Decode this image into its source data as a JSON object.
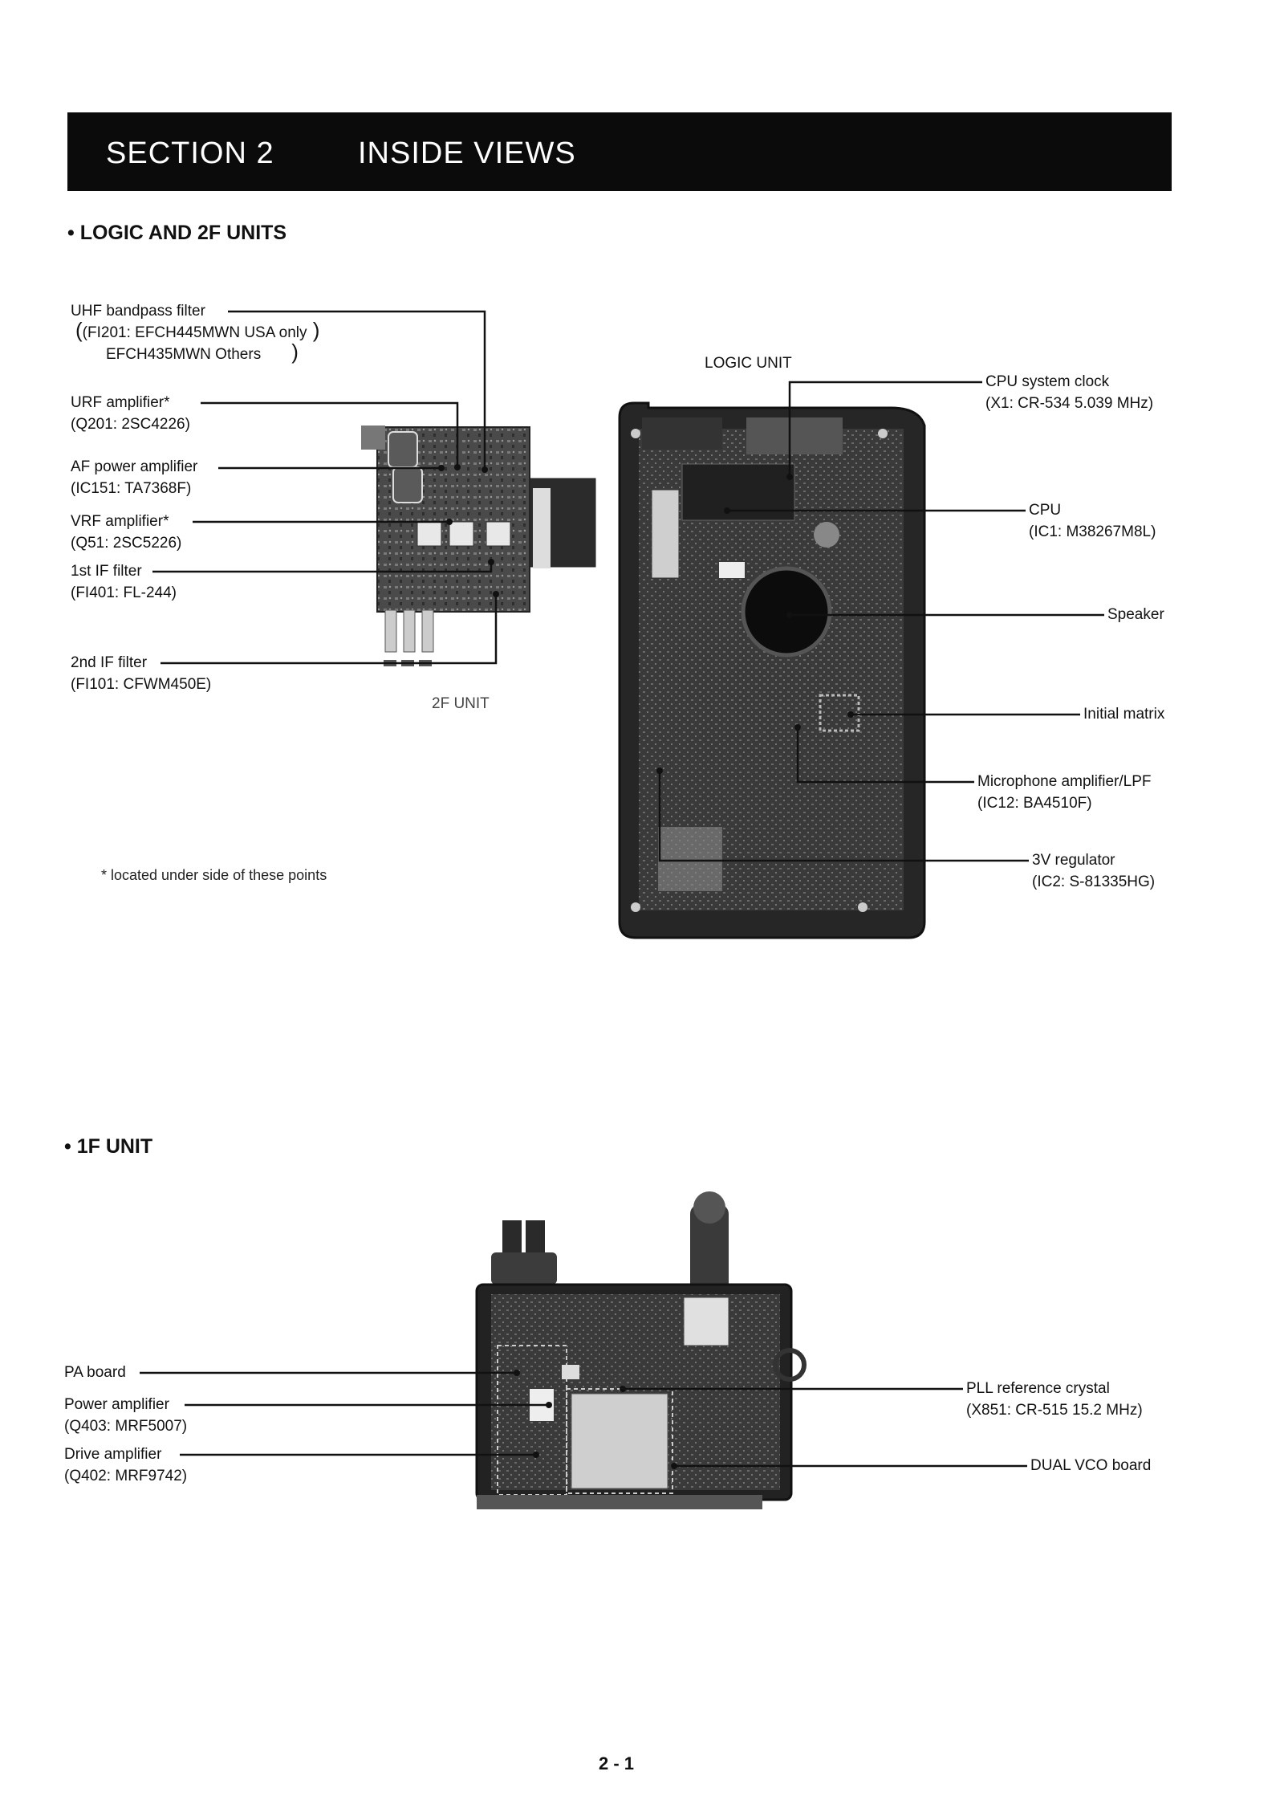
{
  "header": {
    "section": "SECTION  2",
    "title": "INSIDE VIEWS"
  },
  "logic_2f": {
    "heading": "• LOGIC AND 2F UNITS",
    "left_labels": [
      {
        "name": "UHF bandpass filter",
        "lines": [
          "(FI201: EFCH445MWN USA only",
          "EFCH435MWN Others"
        ]
      },
      {
        "name": "URF amplifier*",
        "lines": [
          "(Q201: 2SC4226)"
        ]
      },
      {
        "name": "AF power amplifier",
        "lines": [
          "(IC151: TA7368F)"
        ]
      },
      {
        "name": "VRF amplifier*",
        "lines": [
          "(Q51: 2SC5226)"
        ]
      },
      {
        "name": "1st IF filter",
        "lines": [
          "(FI401: FL-244)"
        ]
      },
      {
        "name": "2nd IF filter",
        "lines": [
          "(FI101: CFWM450E)"
        ]
      }
    ],
    "unit_2f_caption": "2F UNIT",
    "logic_unit_caption": "LOGIC UNIT",
    "right_labels": [
      {
        "name": "CPU system clock",
        "lines": [
          "(X1: CR-534 5.039 MHz)"
        ]
      },
      {
        "name": "CPU",
        "lines": [
          "(IC1: M38267M8L)"
        ]
      },
      {
        "name": "Speaker",
        "lines": []
      },
      {
        "name": "Initial matrix",
        "lines": []
      },
      {
        "name": "Microphone amplifier/LPF",
        "lines": [
          "(IC12: BA4510F)"
        ]
      },
      {
        "name": "3V regulator",
        "lines": [
          "(IC2: S-81335HG)"
        ]
      }
    ],
    "footnote": "* located under side of these points"
  },
  "unit_1f": {
    "heading": "• 1F UNIT",
    "left_labels": [
      {
        "name": "PA board",
        "lines": []
      },
      {
        "name": "Power amplifier",
        "lines": [
          "(Q403: MRF5007)"
        ]
      },
      {
        "name": "Drive amplifier",
        "lines": [
          "(Q402: MRF9742)"
        ]
      }
    ],
    "right_labels": [
      {
        "name": "PLL reference crystal",
        "lines": [
          "(X851: CR-515 15.2 MHz)"
        ]
      },
      {
        "name": "DUAL VCO board",
        "lines": []
      }
    ]
  },
  "footer": {
    "page": "2 - 1"
  }
}
